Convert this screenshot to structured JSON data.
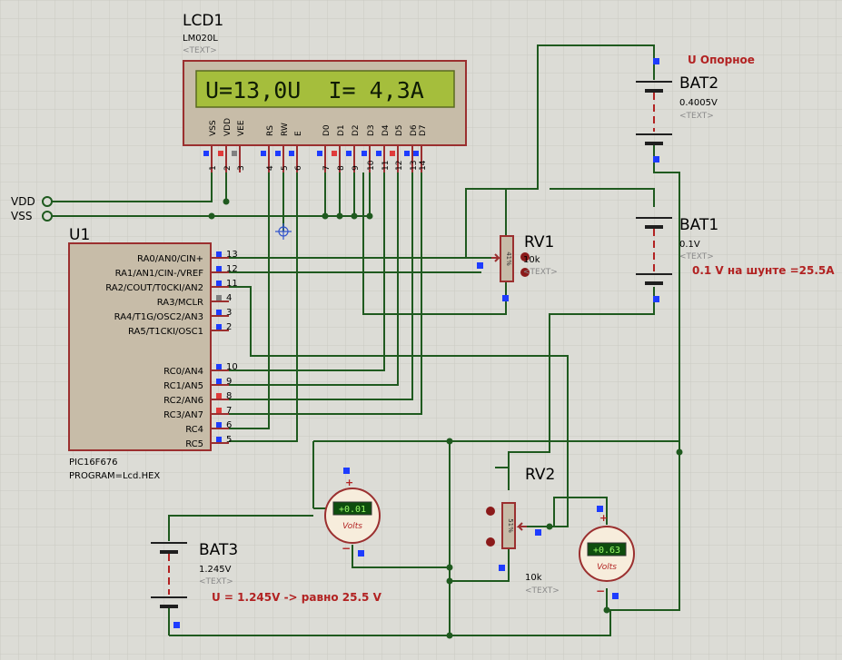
{
  "lcd": {
    "name": "LCD1",
    "model": "LM020L",
    "text": "<TEXT>",
    "display": "U=13,0U  I= 4,3A",
    "pins": [
      "VSS",
      "VDD",
      "VEE",
      "RS",
      "RW",
      "E",
      "D0",
      "D1",
      "D2",
      "D3",
      "D4",
      "D5",
      "D6",
      "D7"
    ],
    "pin_numbers": [
      "1",
      "2",
      "3",
      "4",
      "5",
      "6",
      "7",
      "8",
      "9",
      "10",
      "11",
      "12",
      "13",
      "14"
    ]
  },
  "power": {
    "vdd": "VDD",
    "vss": "VSS"
  },
  "mcu": {
    "name": "U1",
    "part": "PIC16F676",
    "program": "PROGRAM=Lcd.HEX",
    "pins_top": [
      {
        "label": "RA0/AN0/CIN+",
        "num": "13"
      },
      {
        "label": "RA1/AN1/CIN-/VREF",
        "num": "12"
      },
      {
        "label": "RA2/COUT/T0CKI/AN2",
        "num": "11"
      },
      {
        "label": "RA3/MCLR",
        "num": "4"
      },
      {
        "label": "RA4/T1G/OSC2/AN3",
        "num": "3"
      },
      {
        "label": "RA5/T1CKI/OSC1",
        "num": "2"
      }
    ],
    "pins_bottom": [
      {
        "label": "RC0/AN4",
        "num": "10"
      },
      {
        "label": "RC1/AN5",
        "num": "9"
      },
      {
        "label": "RC2/AN6",
        "num": "8"
      },
      {
        "label": "RC3/AN7",
        "num": "7"
      },
      {
        "label": "RC4",
        "num": "6"
      },
      {
        "label": "RC5",
        "num": "5"
      }
    ]
  },
  "bat1": {
    "name": "BAT1",
    "value": "0.1V",
    "text": "<TEXT>"
  },
  "bat2": {
    "name": "BAT2",
    "value": "0.4005V",
    "text": "<TEXT>"
  },
  "bat3": {
    "name": "BAT3",
    "value": "1.245V",
    "text": "<TEXT>"
  },
  "rv1": {
    "name": "RV1",
    "value": "10k",
    "text": "<TEXT>",
    "percent": "41%"
  },
  "rv2": {
    "name": "RV2",
    "value": "10k",
    "text": "<TEXT>",
    "percent": "51%"
  },
  "meter1": {
    "reading": "+0.01",
    "unit": "Volts"
  },
  "meter2": {
    "reading": "+0.63",
    "unit": "Volts"
  },
  "notes": {
    "ref": "U Опорное",
    "shunt": "0.1 V  на шунте =25.5A",
    "bat3": "U = 1.245V ->  равно 25.5 V"
  }
}
